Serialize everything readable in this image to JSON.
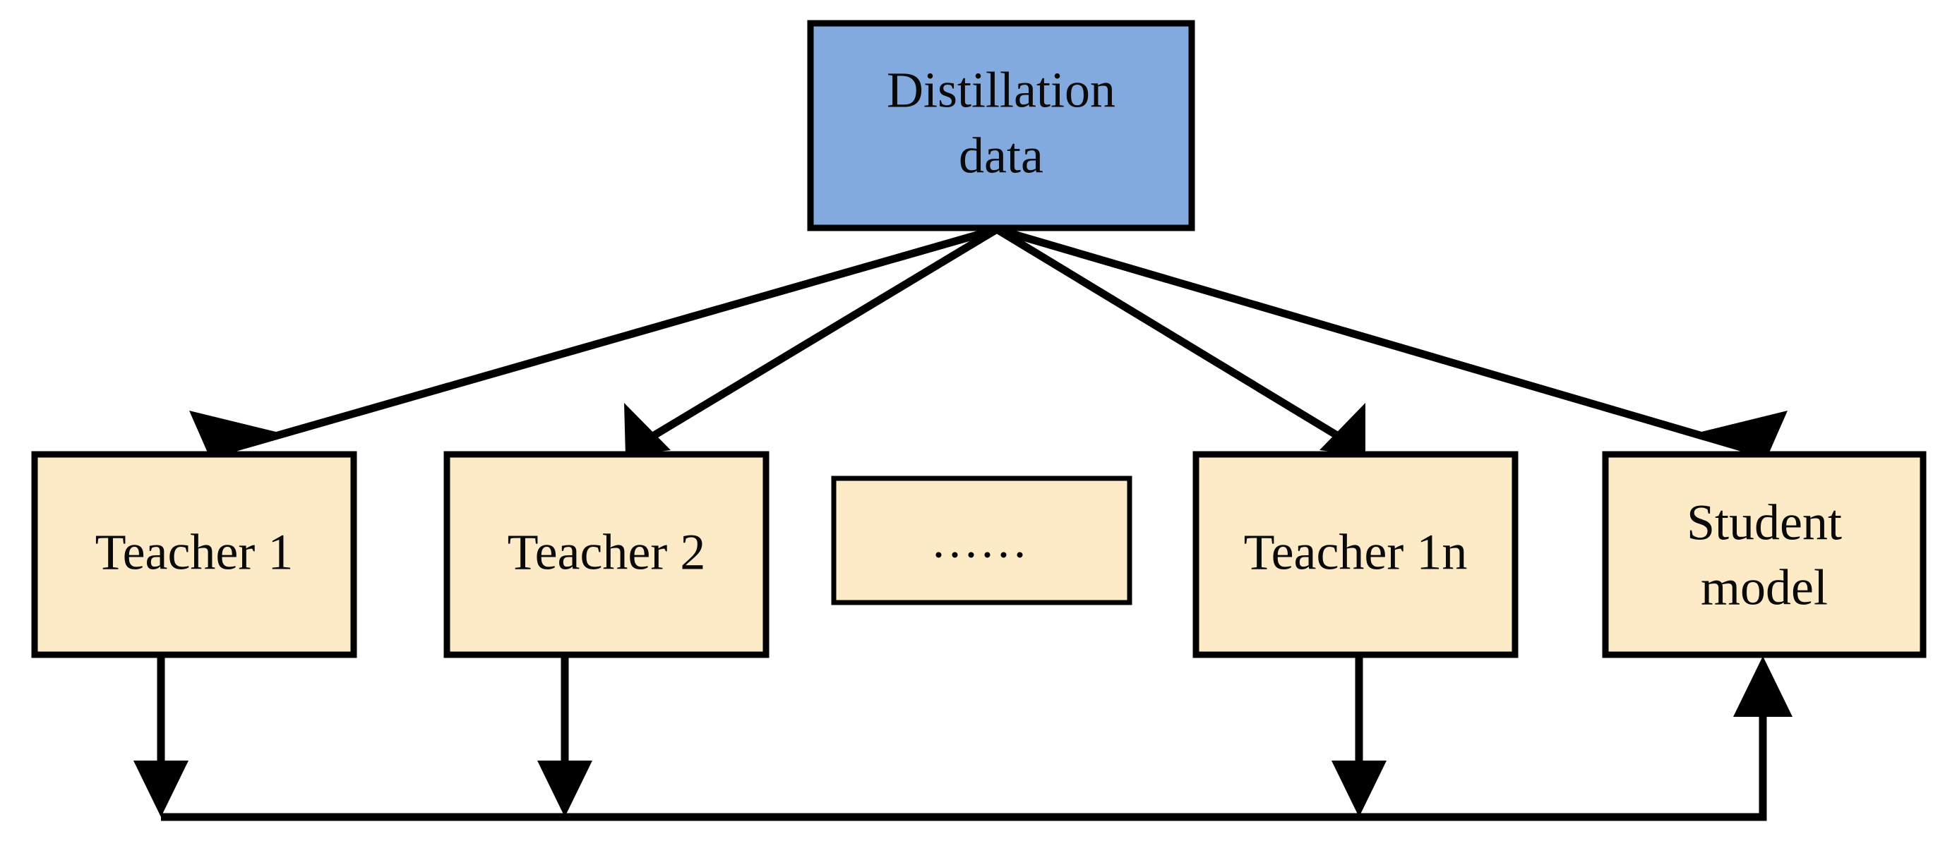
{
  "diagram": {
    "title": "Knowledge distillation multi-teacher to student model diagram",
    "background_color": "#FFFFFF",
    "source_node": {
      "id": "distillation-data",
      "label": "Distillation data",
      "label_line1": "Distillation",
      "label_line2": "data",
      "fill_color": "#82AADE",
      "border_color": "#000000"
    },
    "teacher_nodes": [
      {
        "id": "teacher-1",
        "label": "Teacher 1",
        "fill_color": "#FCEBC6",
        "border_color": "#000000"
      },
      {
        "id": "teacher-2",
        "label": "Teacher 2",
        "fill_color": "#FCEBC6",
        "border_color": "#000000"
      },
      {
        "id": "teacher-ellipsis",
        "label": "......",
        "fill_color": "#FCEBC6",
        "border_color": "#000000"
      },
      {
        "id": "teacher-1n",
        "label": "Teacher 1n",
        "fill_color": "#FCEBC6",
        "border_color": "#000000"
      }
    ],
    "target_node": {
      "id": "student-model",
      "label": "Student model",
      "label_line1": "Student",
      "label_line2": "model",
      "fill_color": "#FCEBC6",
      "border_color": "#000000"
    },
    "edges": [
      {
        "id": "edge-data-to-teacher-1",
        "from": "distillation-data",
        "to": "teacher-1",
        "style": "arrow"
      },
      {
        "id": "edge-data-to-teacher-2",
        "from": "distillation-data",
        "to": "teacher-2",
        "style": "arrow"
      },
      {
        "id": "edge-data-to-teacher-1n",
        "from": "distillation-data",
        "to": "teacher-1n",
        "style": "arrow"
      },
      {
        "id": "edge-data-to-student",
        "from": "distillation-data",
        "to": "student-model",
        "style": "arrow"
      },
      {
        "id": "edge-teacher-1-to-bus",
        "from": "teacher-1",
        "to": "aggregation-bus",
        "style": "arrow"
      },
      {
        "id": "edge-teacher-2-to-bus",
        "from": "teacher-2",
        "to": "aggregation-bus",
        "style": "arrow"
      },
      {
        "id": "edge-teacher-1n-to-bus",
        "from": "teacher-1n",
        "to": "aggregation-bus",
        "style": "arrow"
      },
      {
        "id": "edge-bus-to-student",
        "from": "aggregation-bus",
        "to": "student-model",
        "style": "arrow"
      }
    ]
  }
}
